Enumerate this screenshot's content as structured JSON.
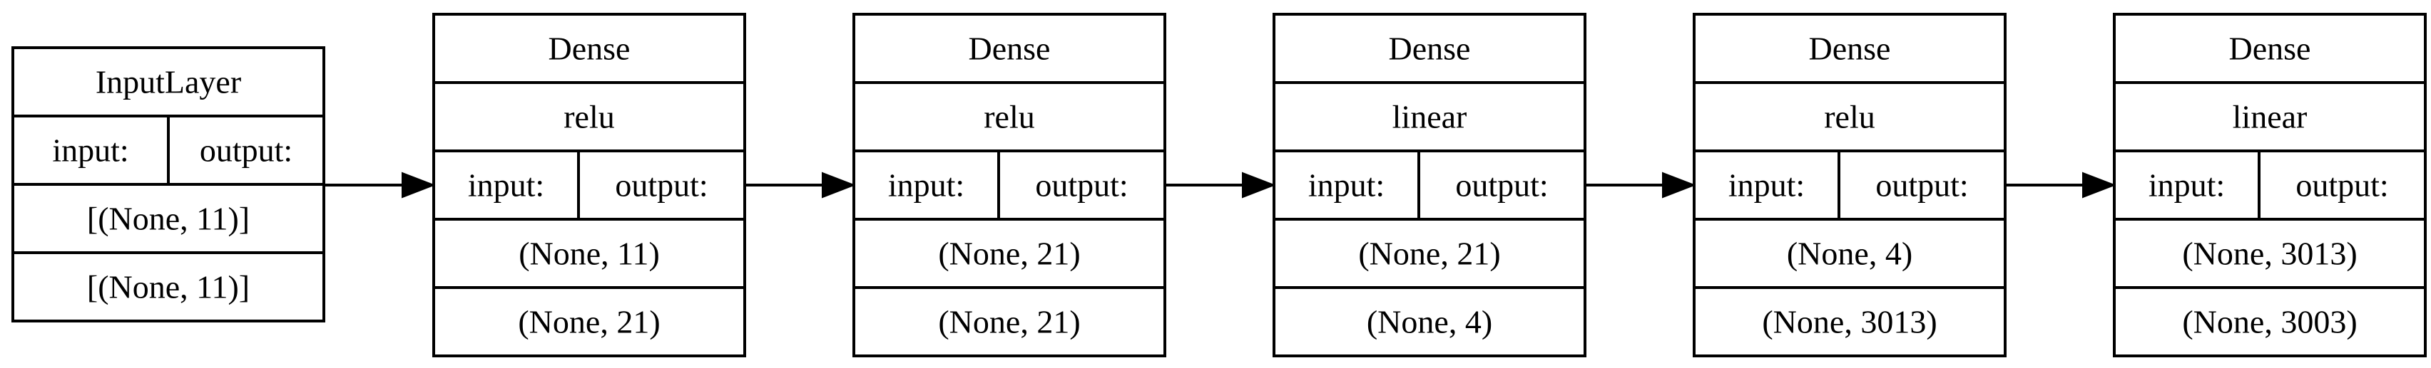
{
  "nodes": [
    {
      "title": "InputLayer",
      "input_label": "input:",
      "output_label": "output:",
      "input_shape": "[(None, 11)]",
      "output_shape": "[(None, 11)]"
    },
    {
      "title": "Dense",
      "activation": "relu",
      "input_label": "input:",
      "output_label": "output:",
      "input_shape": "(None, 11)",
      "output_shape": "(None, 21)"
    },
    {
      "title": "Dense",
      "activation": "relu",
      "input_label": "input:",
      "output_label": "output:",
      "input_shape": "(None, 21)",
      "output_shape": "(None, 21)"
    },
    {
      "title": "Dense",
      "activation": "linear",
      "input_label": "input:",
      "output_label": "output:",
      "input_shape": "(None, 21)",
      "output_shape": "(None, 4)"
    },
    {
      "title": "Dense",
      "activation": "relu",
      "input_label": "input:",
      "output_label": "output:",
      "input_shape": "(None, 4)",
      "output_shape": "(None, 3013)"
    },
    {
      "title": "Dense",
      "activation": "linear",
      "input_label": "input:",
      "output_label": "output:",
      "input_shape": "(None, 3013)",
      "output_shape": "(None, 3003)"
    }
  ],
  "edges": [
    [
      0,
      1
    ],
    [
      1,
      2
    ],
    [
      2,
      3
    ],
    [
      3,
      4
    ],
    [
      4,
      5
    ]
  ]
}
